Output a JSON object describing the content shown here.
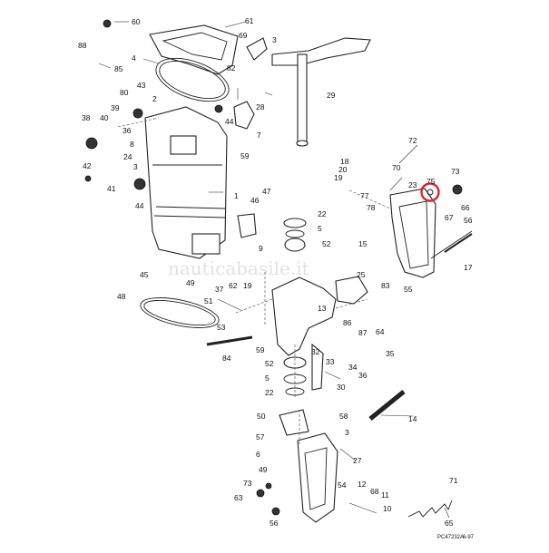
{
  "diagram": {
    "watermark": "nauticabasile.it",
    "footer_code": "PC47232A",
    "footer_date": "6-97",
    "highlight_color": "#d6262b",
    "highlighted_part": "75",
    "callouts": [
      "60",
      "88",
      "85",
      "4",
      "61",
      "69",
      "3",
      "82",
      "80",
      "43",
      "2",
      "38",
      "39",
      "40",
      "28",
      "29",
      "44",
      "7",
      "36",
      "8",
      "24",
      "3",
      "42",
      "41",
      "59",
      "72",
      "20",
      "18",
      "70",
      "19",
      "73",
      "75",
      "23",
      "77",
      "78",
      "66",
      "44",
      "46",
      "47",
      "22",
      "5",
      "9",
      "52",
      "1",
      "67",
      "56",
      "15",
      "17",
      "45",
      "49",
      "83",
      "55",
      "37",
      "62",
      "19",
      "25",
      "48",
      "51",
      "13",
      "86",
      "53",
      "64",
      "59",
      "32",
      "87",
      "35",
      "84",
      "52",
      "5",
      "33",
      "34",
      "36",
      "22",
      "30",
      "50",
      "58",
      "14",
      "57",
      "3",
      "27",
      "6",
      "49",
      "73",
      "54",
      "12",
      "68",
      "11",
      "10",
      "63",
      "56",
      "71",
      "65"
    ]
  }
}
